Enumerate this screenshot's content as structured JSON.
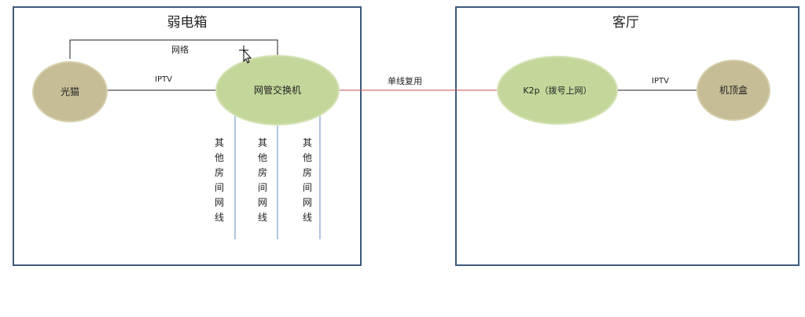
{
  "containers": {
    "left": {
      "title": "弱电箱"
    },
    "right": {
      "title": "客厅"
    }
  },
  "nodes": {
    "modem": {
      "label": "光猫"
    },
    "switch": {
      "label": "网管交换机"
    },
    "router": {
      "label": "K2p（拨号上网）"
    },
    "stb": {
      "label": "机顶盒"
    }
  },
  "edges": {
    "network": "网络",
    "iptv_left": "IPTV",
    "single_line": "单线复用",
    "iptv_right": "IPTV"
  },
  "room_lines": [
    "其他房间网线",
    "其他房间网线",
    "其他房间网线"
  ],
  "colors": {
    "border": "#3d5a7a",
    "switch_fill": "#c4d79b",
    "modem_fill": "#c6bd96",
    "trunk": "#c0504d",
    "room_line": "#95b3d7"
  }
}
